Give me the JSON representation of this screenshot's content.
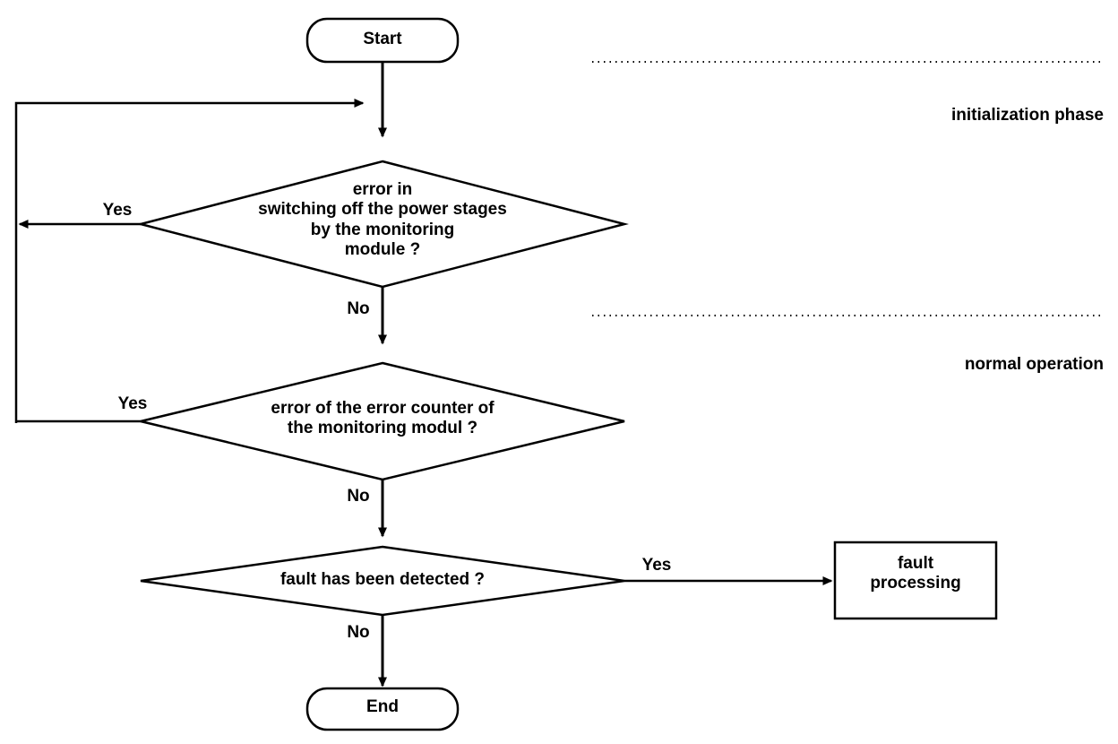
{
  "diagram": {
    "type": "flowchart",
    "title": "",
    "nodes": [
      {
        "id": "start",
        "shape": "terminator",
        "label": "Start"
      },
      {
        "id": "dec1",
        "shape": "decision",
        "label": "error in\nswitching off the power stages\nby the monitoring\nmodule ?"
      },
      {
        "id": "dec2",
        "shape": "decision",
        "label": "error of the error counter of\nthe monitoring modul ?"
      },
      {
        "id": "dec3",
        "shape": "decision",
        "label": "fault has been detected ?"
      },
      {
        "id": "fault",
        "shape": "process",
        "label": "fault\nprocessing"
      },
      {
        "id": "end",
        "shape": "terminator",
        "label": "End"
      }
    ],
    "edge_labels": {
      "dec1_yes": "Yes",
      "dec1_no": "No",
      "dec2_yes": "Yes",
      "dec2_no": "No",
      "dec3_yes": "Yes",
      "dec3_no": "No"
    },
    "phases": [
      {
        "id": "phase-initialization",
        "label": "initialization phase"
      },
      {
        "id": "phase-normal",
        "label": "normal operation"
      }
    ],
    "colors": {
      "line": "#000000",
      "fill": "#ffffff",
      "text": "#000000",
      "divider": "#000000"
    }
  }
}
